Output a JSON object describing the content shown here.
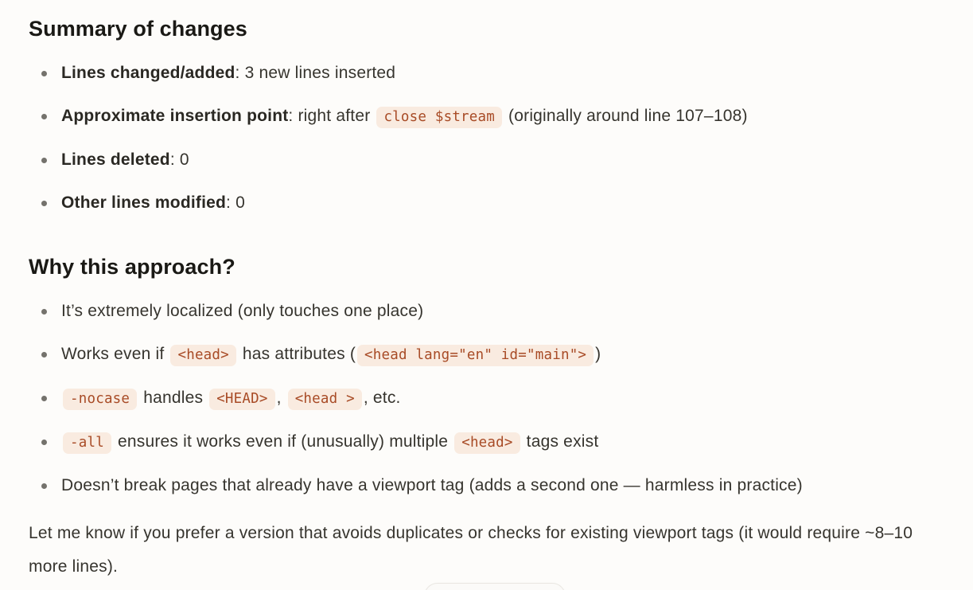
{
  "page": {
    "background_color": "#fdfcfa",
    "heading_color": "#1a1915",
    "body_text_color": "#36342e",
    "code_text_color": "#a84b26",
    "code_bg_color": "#f9ebe0"
  },
  "sections": [
    {
      "heading": "Summary of changes",
      "items": [
        {
          "segments": [
            {
              "style": "bold",
              "text": "Lines changed/added"
            },
            {
              "style": "text",
              "text": ": 3 new lines inserted"
            }
          ]
        },
        {
          "segments": [
            {
              "style": "bold",
              "text": "Approximate insertion point"
            },
            {
              "style": "text",
              "text": ": right after "
            },
            {
              "style": "code",
              "text": "close $stream"
            },
            {
              "style": "text",
              "text": " (originally around line 107–108)"
            }
          ]
        },
        {
          "segments": [
            {
              "style": "bold",
              "text": "Lines deleted"
            },
            {
              "style": "text",
              "text": ": 0"
            }
          ]
        },
        {
          "segments": [
            {
              "style": "bold",
              "text": "Other lines modified"
            },
            {
              "style": "text",
              "text": ": 0"
            }
          ]
        }
      ]
    },
    {
      "heading": "Why this approach?",
      "items": [
        {
          "segments": [
            {
              "style": "text",
              "text": "It’s extremely localized (only touches one place)"
            }
          ]
        },
        {
          "segments": [
            {
              "style": "text",
              "text": "Works even if "
            },
            {
              "style": "code",
              "text": "<head>"
            },
            {
              "style": "text",
              "text": " has attributes ("
            },
            {
              "style": "code",
              "text": "<head lang=\"en\" id=\"main\">"
            },
            {
              "style": "text",
              "text": ")"
            }
          ]
        },
        {
          "segments": [
            {
              "style": "code",
              "text": "-nocase"
            },
            {
              "style": "text",
              "text": " handles "
            },
            {
              "style": "code",
              "text": "<HEAD>"
            },
            {
              "style": "text",
              "text": ", "
            },
            {
              "style": "code",
              "text": "<head >"
            },
            {
              "style": "text",
              "text": ", etc."
            }
          ]
        },
        {
          "segments": [
            {
              "style": "code",
              "text": "-all"
            },
            {
              "style": "text",
              "text": " ensures it works even if (unusually) multiple "
            },
            {
              "style": "code",
              "text": "<head>"
            },
            {
              "style": "text",
              "text": " tags exist"
            }
          ]
        },
        {
          "segments": [
            {
              "style": "text",
              "text": "Doesn’t break pages that already have a viewport tag (adds a second one — harmless in practice)"
            }
          ]
        }
      ]
    }
  ],
  "closing_paragraph": "Let me know if you prefer a version that avoids duplicates or checks for existing viewport tags (it would require ~8–10 more lines)."
}
